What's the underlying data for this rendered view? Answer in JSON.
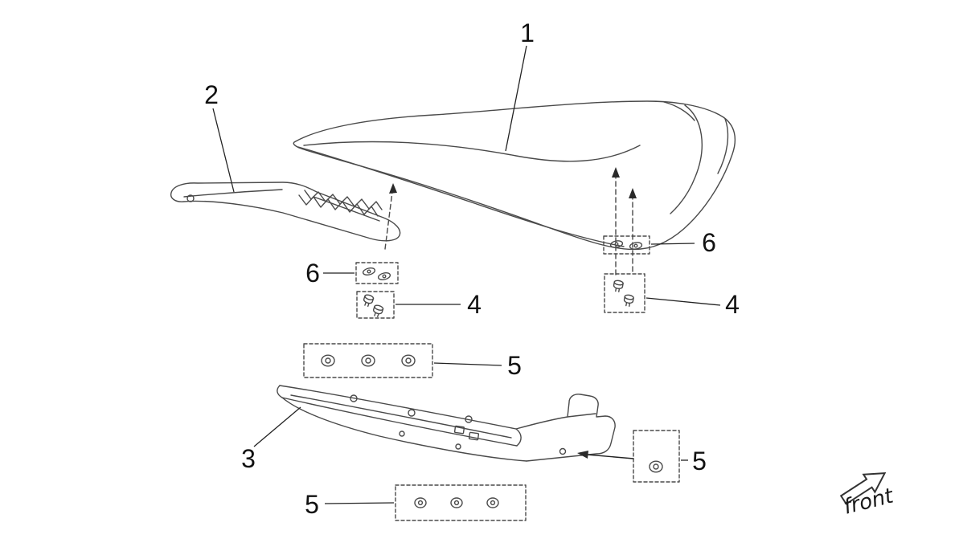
{
  "diagram": {
    "background": "#ffffff",
    "line_color": "#4a4a4a",
    "callout_color": "#111111",
    "callouts": {
      "seat": "1",
      "bracket": "2",
      "subframe": "3",
      "bolts_left": "4",
      "bolts_right": "4",
      "washers_top": "5",
      "washer_right": "5",
      "washers_bottom": "5",
      "clips_left": "6",
      "clips_right": "6"
    },
    "front_label": "front",
    "icons": {
      "front_arrow_icon": "block-arrow-up-right"
    }
  }
}
